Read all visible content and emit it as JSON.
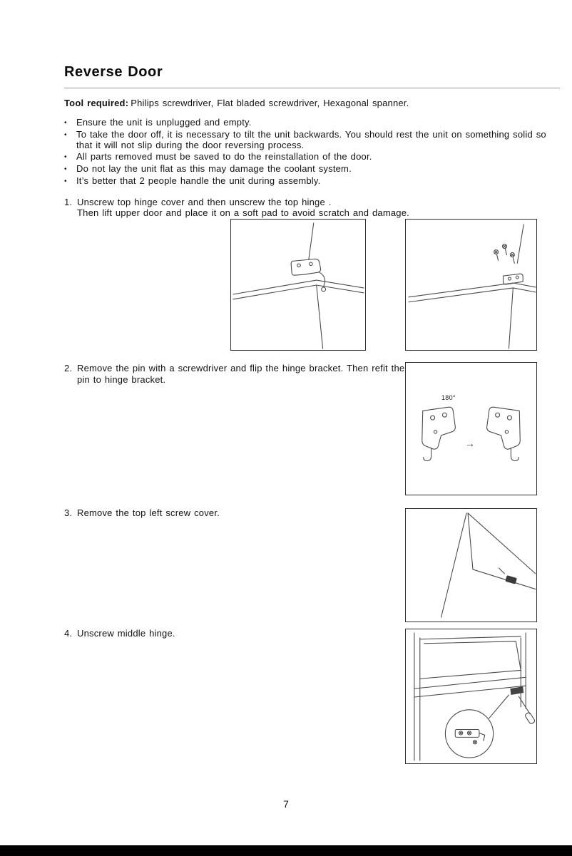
{
  "page": {
    "title": "Reverse Door",
    "page_number": "7"
  },
  "glyphs": {
    "bullet": "•",
    "arrow": "→"
  },
  "tools": {
    "label": "Tool required:",
    "text": "Philips screwdriver, Flat bladed screwdriver, Hexagonal spanner."
  },
  "notes": [
    {
      "text": "Ensure the unit is unplugged and empty."
    },
    {
      "text": "To take the door off, it is necessary to tilt the unit backwards. You should rest the unit on something solid so that it will not slip during the door reversing process."
    },
    {
      "text": "All parts removed must be saved to do the reinstallation of the door."
    },
    {
      "text": "Do not lay the unit flat as this may damage the coolant system."
    },
    {
      "text": "It’s better that 2 people handle the unit during assembly."
    }
  ],
  "steps": [
    {
      "num": "1.",
      "line1": "Unscrew top hinge cover and then unscrew the top hinge .",
      "line2": "Then lift upper door and place it on a soft pad to avoid scratch and damage."
    },
    {
      "num": "2.",
      "text": "Remove the pin with a screwdriver and flip the hinge bracket. Then refit the pin to hinge bracket."
    },
    {
      "num": "3.",
      "text": "Remove the top left screw cover."
    },
    {
      "num": "4.",
      "text": "Unscrew middle hinge."
    }
  ],
  "figures": {
    "step2_rotation_label": "180°"
  }
}
